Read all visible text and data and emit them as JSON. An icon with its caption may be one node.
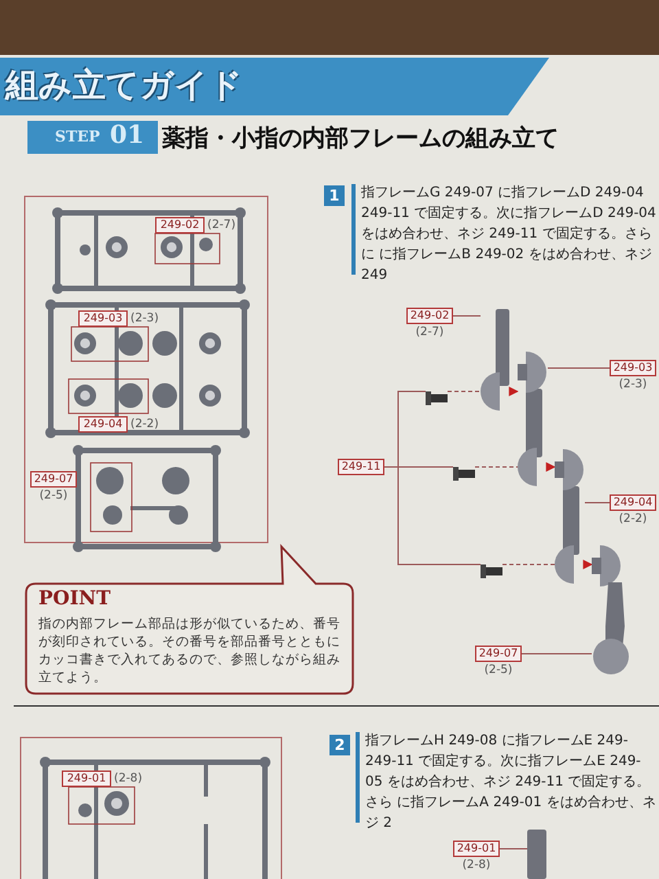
{
  "diagram": {
    "title": "組み立てガイド",
    "nodes": [
      {
        "text": [
          "249-02",
          "(2-7)"
        ]
      },
      {
        "text": [
          "249-03",
          "(2-3)"
        ]
      },
      {
        "text": [
          "249-11"
        ]
      },
      {
        "text": [
          "249-04",
          "(2-2)"
        ]
      },
      {
        "text": [
          "249-07",
          "(2-5)"
        ]
      },
      {
        "text": [],
        "shape": "picture"
      },
      {
        "text": [],
        "shape": "picture"
      },
      {
        "text": [],
        "shape": "picture"
      },
      {
        "text": [],
        "shape": "picture"
      },
      {
        "text": [],
        "shape": "picture"
      },
      {
        "text": [],
        "shape": "picture"
      },
      {
        "text": [],
        "shape": "picture"
      },
      {
        "text": [
          "249-01",
          "(2-8)"
        ]
      },
      {
        "text": [],
        "shape": "bar"
      },
      {
        "text": [
          "POINT",
          "指の内部フレーム部品は形が似ているため、番号が刻印されている。その番号を部品番号とともにカッコ書きで入れてあるので、参照しながら組み立てよう。"
        ]
      },
      {
        "text": [
          "249-02",
          "(2-7)"
        ]
      },
      {
        "text": [
          "249-03",
          "(2-3)"
        ]
      },
      {
        "text": [
          "249-04",
          "(2-2)"
        ]
      },
      {
        "text": [
          "249-07",
          "(2-5)"
        ]
      },
      {
        "text": [
          "249-01",
          "(2-8)"
        ]
      }
    ],
    "edges": [
      {
        "from": 0,
        "to": 5,
        "arrow": "none"
      },
      {
        "from": 1,
        "to": 6,
        "arrow": "none"
      },
      {
        "from": 2,
        "to": 7,
        "arrow": "none"
      },
      {
        "from": 2,
        "to": 8,
        "arrow": "none"
      },
      {
        "from": 2,
        "to": 9,
        "arrow": "none"
      },
      {
        "from": 3,
        "to": 10,
        "arrow": "none"
      },
      {
        "from": 4,
        "to": 11,
        "arrow": "none"
      },
      {
        "from": 7,
        "to": 5,
        "arrow": "none",
        "style": "dashed"
      },
      {
        "from": 8,
        "to": 6,
        "arrow": "none",
        "style": "dashed"
      },
      {
        "from": 9,
        "to": 10,
        "arrow": "none",
        "style": "dashed"
      },
      {
        "from": 12,
        "to": 13,
        "arrow": "none"
      },
      {
        "from": 5,
        "to": 6,
        "arrow": "to",
        "color": "#c42020"
      },
      {
        "from": 6,
        "to": 10,
        "arrow": "to",
        "color": "#c42020"
      },
      {
        "from": 10,
        "to": 11,
        "arrow": "to",
        "color": "#c42020"
      }
    ],
    "labels": [
      "STEP",
      "01",
      "薬指・小指の内部フレームの組み立て",
      "1",
      "指フレームG 249-07 に指フレームD 249-04 249-11 で固定する。次に指フレームD 249-04 をはめ合わせ、ネジ 249-11 で固定する。さらに に指フレームB 249-02 をはめ合わせ、ネジ 249",
      "2",
      "指フレームH 249-08 に指フレームE 249- 249-11 で固定する。次に指フレームE 249-05 をはめ合わせ、ネジ 249-11 で固定する。さら に指フレームA 249-01 をはめ合わせ、ネジ 2"
    ]
  }
}
